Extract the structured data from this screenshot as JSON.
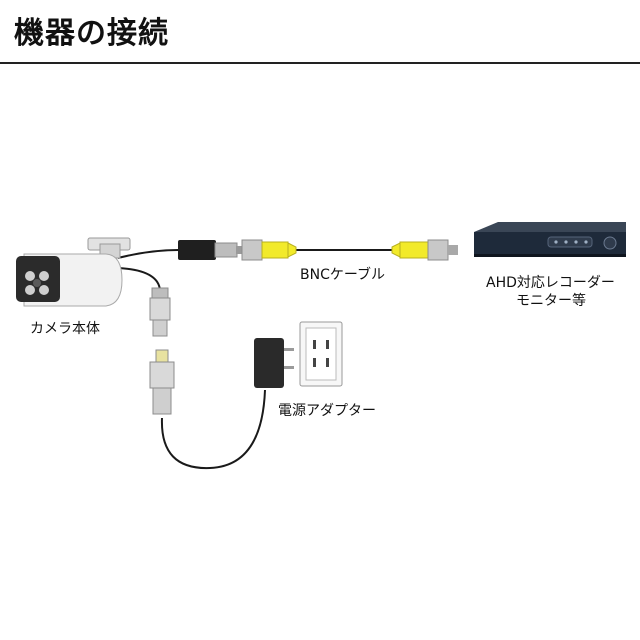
{
  "header": {
    "title": "機器の接続"
  },
  "labels": {
    "camera": "カメラ本体",
    "bnc_cable": "BNCケーブル",
    "recorder_line1": "AHD対応レコーダー",
    "recorder_line2": "モニター等",
    "power_adapter": "電源アダプター"
  },
  "colors": {
    "bnc_connector": "#f2ea2a",
    "cable": "#1a1a1a",
    "recorder_body": "#1e2a3a"
  }
}
